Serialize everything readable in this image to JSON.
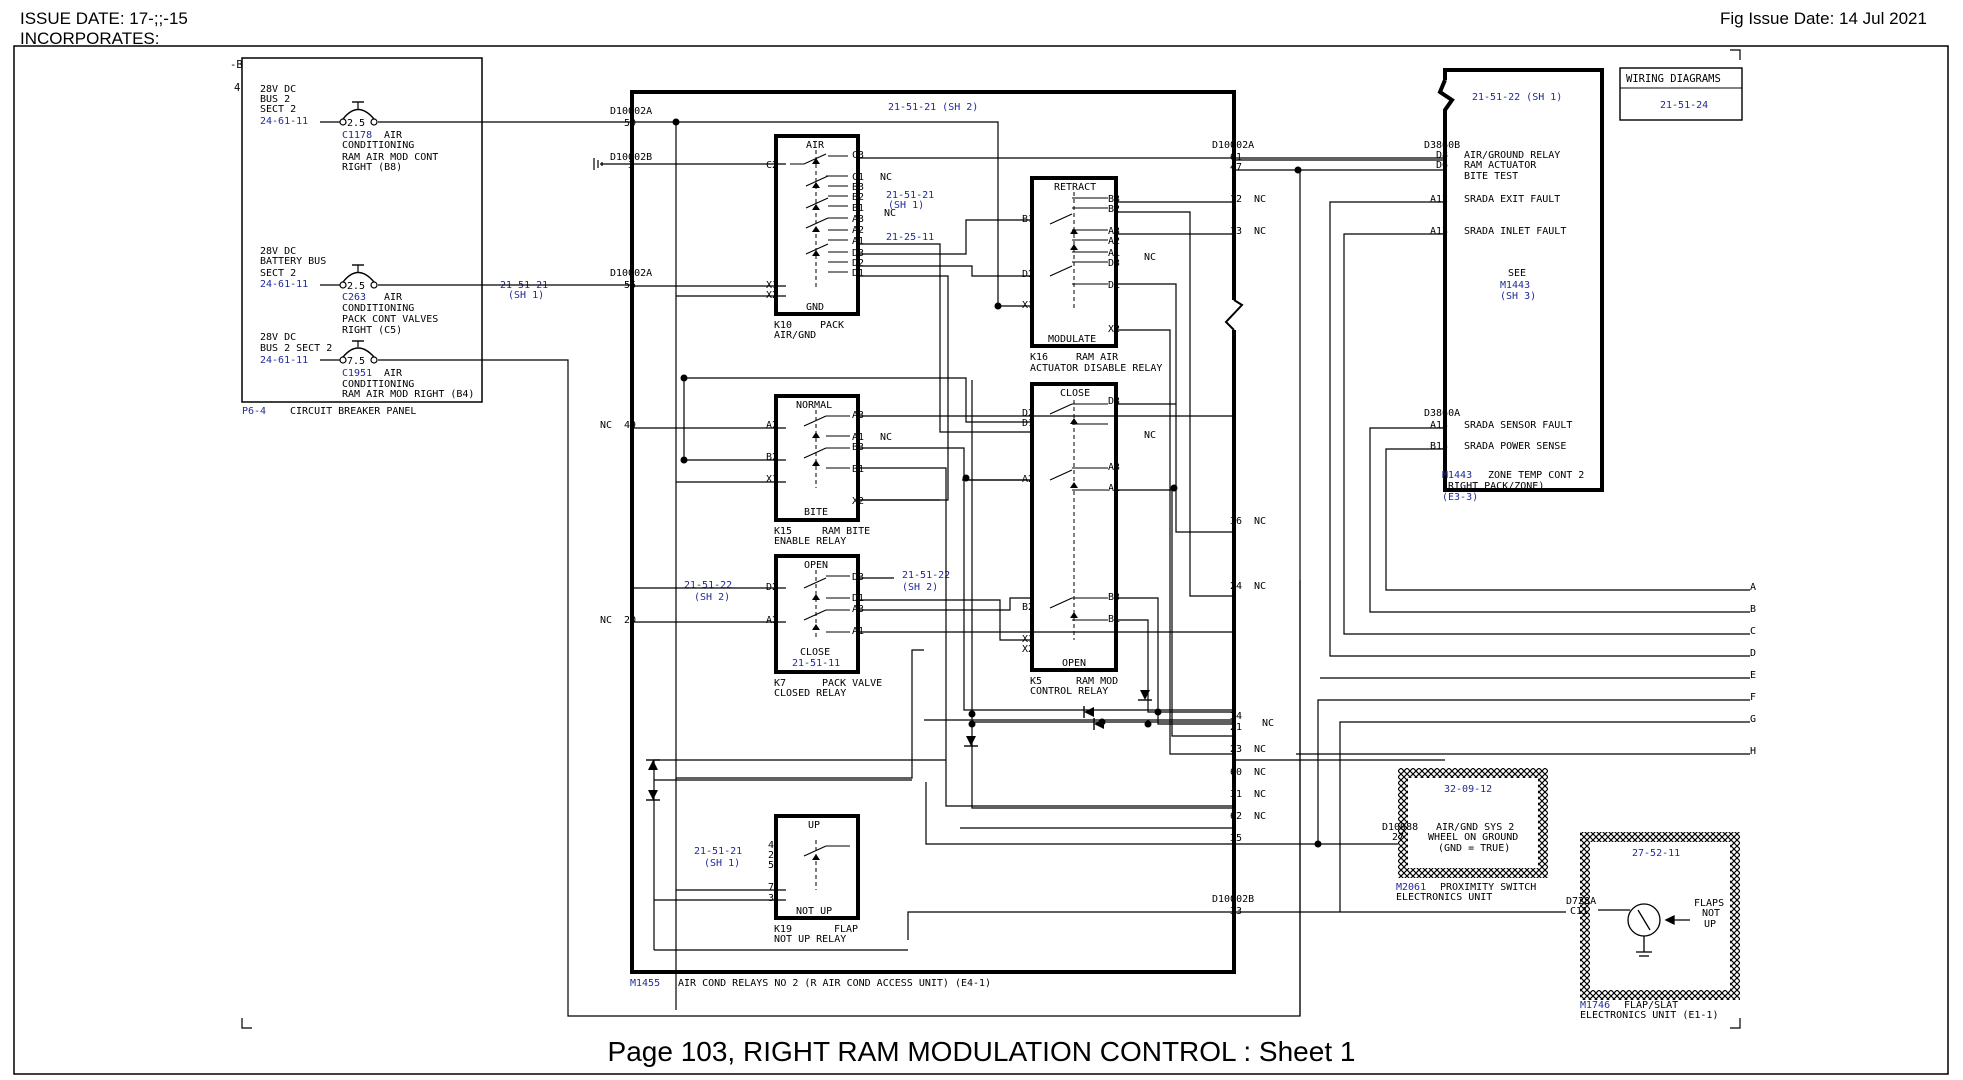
{
  "header": {
    "issue_date": "ISSUE DATE: 17-;;-15",
    "incorporates": "INCORPORATES:",
    "fig_issue_date": "Fig Issue Date: 14 Jul 2021"
  },
  "caption": "Page 103, RIGHT RAM MODULATION CONTROL : Sheet 1",
  "colors": {
    "line": "#000000",
    "reference_text": "#1f2a9c",
    "background": "#ffffff"
  },
  "corner_marks": {
    "left_top": "-B",
    "left_num": "4"
  },
  "wiring_box": {
    "title": "WIRING DIAGRAMS",
    "ref": "21-51-24"
  },
  "breakers": {
    "panel_ref": "P6-4",
    "panel_name": "CIRCUIT BREAKER PANEL",
    "items": [
      {
        "source": [
          "28V DC",
          "BUS 2",
          "SECT 2"
        ],
        "ref": "24-61-11",
        "amps": "2.5",
        "id": "C1178",
        "desc": [
          "AIR",
          "CONDITIONING",
          "RAM AIR MOD CONT",
          "RIGHT (B8)"
        ]
      },
      {
        "source": [
          "28V DC",
          "BATTERY BUS",
          "SECT 2"
        ],
        "ref": "24-61-11",
        "amps": "2.5",
        "id": "C263",
        "desc": [
          "AIR",
          "CONDITIONING",
          "PACK CONT VALVES",
          "RIGHT (C5)"
        ]
      },
      {
        "source": [
          "28V DC",
          "BUS 2 SECT 2"
        ],
        "ref": "24-61-11",
        "amps": "7.5",
        "id": "C1951",
        "desc": [
          "AIR",
          "CONDITIONING",
          "RAM AIR MOD RIGHT (B4)"
        ]
      }
    ]
  },
  "unit_m1455": {
    "id": "M1455",
    "name": "AIR COND RELAYS NO 2 (R AIR COND ACCESS UNIT) (E4-1)",
    "top_ref": "21-51-21 (SH 2)",
    "connectors": [
      "D10002A",
      "D10002B",
      "D10002A",
      "D10002A",
      "D10002B"
    ],
    "left_pins": [
      "59",
      "3",
      "55",
      "49",
      "20"
    ],
    "left_nc": [
      "NC",
      "NC"
    ],
    "side_ref": [
      "21-51-21",
      "(SH 1)"
    ],
    "right_pins": [
      {
        "pin": "61",
        "nc": ""
      },
      {
        "pin": "47",
        "nc": ""
      },
      {
        "pin": "12",
        "nc": "NC"
      },
      {
        "pin": "13",
        "nc": "NC"
      },
      {
        "pin": "36",
        "nc": "NC"
      },
      {
        "pin": "24",
        "nc": "NC"
      },
      {
        "pin": "34",
        "nc": ""
      },
      {
        "pin": "21",
        "nc": "NC"
      },
      {
        "pin": "23",
        "nc": "NC"
      },
      {
        "pin": "60",
        "nc": "NC"
      },
      {
        "pin": "31",
        "nc": "NC"
      },
      {
        "pin": "62",
        "nc": "NC"
      },
      {
        "pin": "35",
        "nc": ""
      },
      {
        "pin": "33",
        "nc": ""
      }
    ]
  },
  "relays": {
    "k10": {
      "top": "AIR",
      "bottom": "GND",
      "label": [
        "K10",
        "PACK",
        "AIR/GND"
      ],
      "pins_left": [
        "C2",
        "X1",
        "X2"
      ],
      "pins_right": [
        "C3",
        "C1",
        "B3",
        "B2",
        "B1",
        "A3",
        "A2",
        "A1",
        "D3",
        "D2",
        "D1"
      ],
      "nc": [
        "NC",
        "NC"
      ],
      "ref1": [
        "21-51-21",
        "(SH 1)"
      ],
      "ref2": "21-25-11"
    },
    "k16": {
      "top": "RETRACT",
      "bottom": "MODULATE",
      "label": [
        "K16",
        "RAM AIR",
        "ACTUATOR DISABLE RELAY"
      ],
      "pins_left": [
        "B1",
        "D2",
        "X1"
      ],
      "pins_right": [
        "B3",
        "B2",
        "A3",
        "A2",
        "A1",
        "D3",
        "D1",
        "X2"
      ],
      "nc": "NC"
    },
    "k15": {
      "top": "NORMAL",
      "bottom": "BITE",
      "label": [
        "K15",
        "RAM BITE",
        "ENABLE RELAY"
      ],
      "pins_left": [
        "A2",
        "B2",
        "X1"
      ],
      "pins_right": [
        "A3",
        "A1",
        "B3",
        "B1",
        "X2"
      ],
      "nc": "NC"
    },
    "k5": {
      "top": "CLOSE",
      "bottom": "OPEN",
      "label": [
        "K5",
        "RAM MOD",
        "CONTROL RELAY"
      ],
      "pins_left": [
        "D2",
        "D1",
        "A2",
        "B2",
        "X1",
        "X2"
      ],
      "pins_right": [
        "D3",
        "A3",
        "A1",
        "B3",
        "B1"
      ],
      "nc": "NC"
    },
    "k7": {
      "top": "OPEN",
      "bottom": "CLOSE",
      "bottom_ref": "21-51-11",
      "label": [
        "K7",
        "PACK VALVE",
        "CLOSED RELAY"
      ],
      "pins_left": [
        "D2",
        "A2"
      ],
      "pins_right": [
        "D3",
        "D1",
        "A3",
        "A1"
      ],
      "left_ref": [
        "21-51-22",
        "(SH 2)"
      ],
      "right_ref": [
        "21-51-22",
        "(SH 2)"
      ]
    },
    "k19": {
      "top": "UP",
      "bottom": "NOT UP",
      "label": [
        "K19",
        "FLAP",
        "NOT UP RELAY"
      ],
      "pins": [
        "4",
        "2",
        "5",
        "7",
        "3"
      ],
      "ref": [
        "21-51-21",
        "(SH 1)"
      ]
    }
  },
  "m1443": {
    "top_ref": "21-51-22 (SH 1)",
    "conn1": "D3860B",
    "pins1": [
      {
        "pin": "D8",
        "desc": "AIR/GROUND RELAY"
      },
      {
        "pin": "D6",
        "desc": "RAM ACTUATOR"
      },
      {
        "pin": "",
        "desc": "BITE TEST"
      },
      {
        "pin": "A12",
        "desc": "SRADA EXIT FAULT"
      },
      {
        "pin": "A13",
        "desc": "SRADA INLET FAULT"
      }
    ],
    "see": [
      "SEE",
      "M1443",
      "(SH 3)"
    ],
    "conn2": "D3860A",
    "pins2": [
      {
        "pin": "A13",
        "desc": "SRADA SENSOR FAULT"
      },
      {
        "pin": "B13",
        "desc": "SRADA POWER SENSE"
      }
    ],
    "id": "M1443",
    "name": [
      "ZONE TEMP CONT 2",
      "(RIGHT PACK/ZONE)",
      "(E3-3)"
    ]
  },
  "m2061": {
    "ref": "32-09-12",
    "conn": "D10988",
    "pin": "27",
    "desc": [
      "AIR/GND SYS 2",
      "WHEEL ON GROUND",
      "(GND = TRUE)"
    ],
    "id": "M2061",
    "name": [
      "PROXIMITY SWITCH",
      "ELECTRONICS UNIT"
    ]
  },
  "m1746": {
    "ref": "27-52-11",
    "conn": "D728A",
    "pin": "C11",
    "desc": [
      "FLAPS",
      "NOT",
      "UP"
    ],
    "id": "M1746",
    "name": [
      "FLAP/SLAT",
      "ELECTRONICS UNIT (E1-1)"
    ]
  },
  "offpage_letters": [
    "A",
    "B",
    "C",
    "D",
    "E",
    "F",
    "G",
    "H"
  ]
}
